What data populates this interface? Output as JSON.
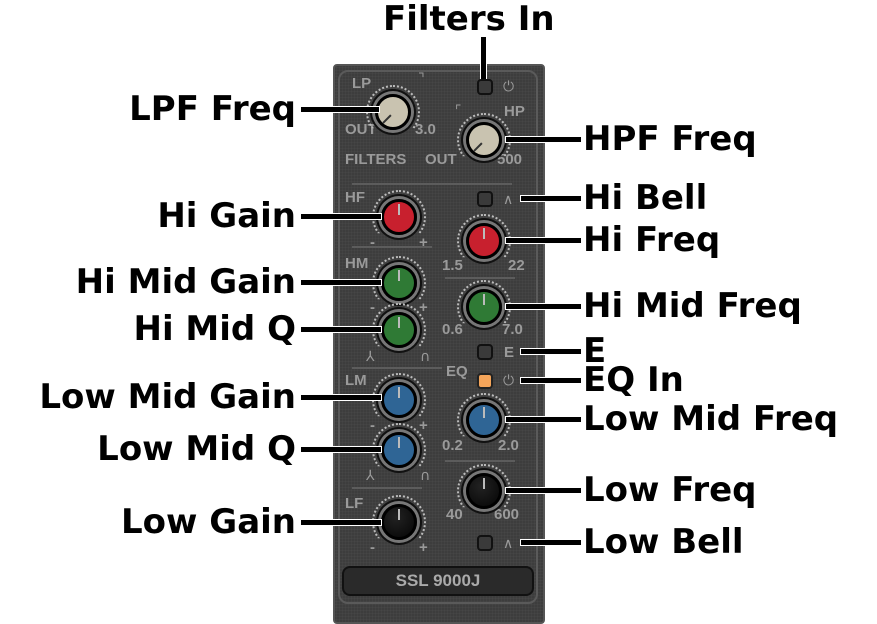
{
  "title": "Filters In",
  "plugin": {
    "model": "SSL 9000J",
    "panel_labels": {
      "lp": "LP",
      "hp": "HP",
      "lp_out": "OUT",
      "lp_max": "3.0",
      "filters": "FILTERS",
      "hp_out": "OUT",
      "hp_max": "500",
      "hf": "HF",
      "hf_min": "1.5",
      "hf_max": "22",
      "hm": "HM",
      "hm_min": "0.6",
      "hm_max": "7.0",
      "eq": "EQ",
      "e": "E",
      "lm": "LM",
      "lm_min": "0.2",
      "lm_max": "2.0",
      "lf": "LF",
      "lf_min": "40",
      "lf_max": "600",
      "minus": "-",
      "plus": "+"
    },
    "knob_colors": {
      "filter": "#c9c3b0",
      "hi": "#c8202e",
      "hi_mid": "#2f7a35",
      "low_mid": "#2f6595",
      "low": "#050505"
    },
    "led_on_color": "#f5a55a"
  },
  "callouts": {
    "lpf_freq": "LPF Freq",
    "hpf_freq": "HPF Freq",
    "hi_gain": "Hi Gain",
    "hi_bell": "Hi Bell",
    "hi_freq": "Hi Freq",
    "hi_mid_gain": "Hi Mid Gain",
    "hi_mid_freq": "Hi Mid Freq",
    "hi_mid_q": "Hi Mid Q",
    "e": "E",
    "eq_in": "EQ In",
    "low_mid_gain": "Low Mid Gain",
    "low_mid_freq": "Low Mid Freq",
    "low_mid_q": "Low Mid Q",
    "low_freq": "Low Freq",
    "low_gain": "Low Gain",
    "low_bell": "Low Bell"
  }
}
